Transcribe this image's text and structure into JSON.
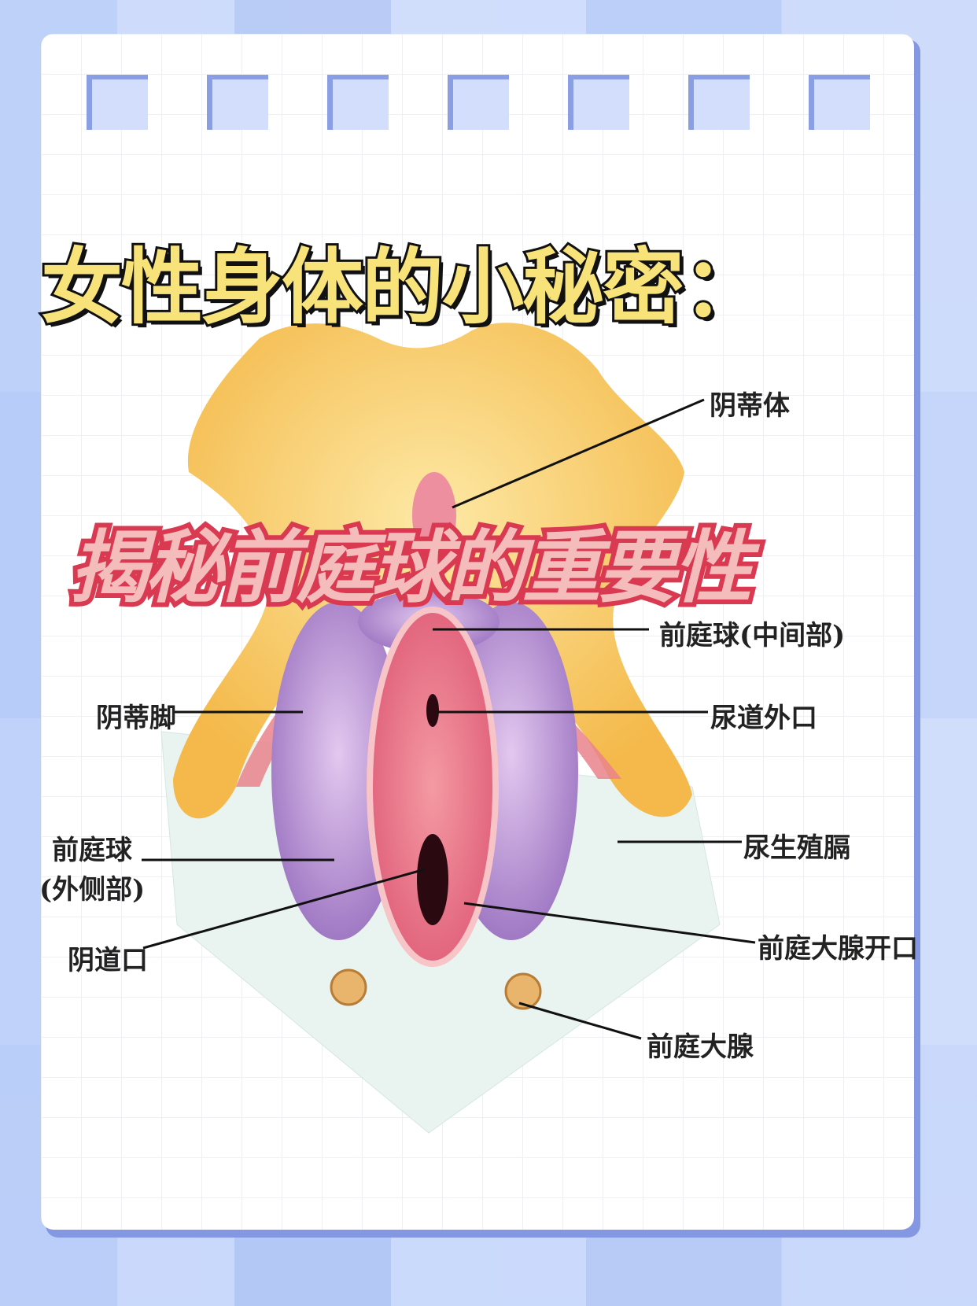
{
  "title": "女性身体的小秘密：",
  "subtitle": "揭秘前庭球的重要性",
  "labels": {
    "clitoris_body": "阴蒂体",
    "bulb_middle": "前庭球(中间部)",
    "clitoris_crus": "阴蒂脚",
    "urethral_orifice": "尿道外口",
    "bulb_lateral_1": "前庭球",
    "bulb_lateral_2": "(外侧部)",
    "urogenital_diaphragm": "尿生殖膈",
    "vaginal_orifice": "阴道口",
    "gland_opening": "前庭大腺开口",
    "greater_vestibular_gland": "前庭大腺"
  },
  "colors": {
    "title_fill": "#f8e27a",
    "subtitle_fill": "#f5bcbc",
    "subtitle_stroke": "#d93a52",
    "accent": "#8497e3"
  }
}
